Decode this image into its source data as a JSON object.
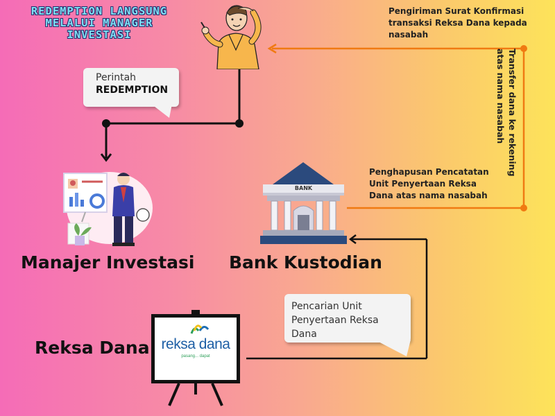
{
  "title": {
    "line1": "REDEMPTION LANGSUNG",
    "line2": "MELALUI MANAGER",
    "line3": "INVESTASI"
  },
  "notes": {
    "confirmation": "Pengiriman Surat Konfirmasi transaksi Reksa Dana kepada nasabah",
    "transfer": "Transfer dana ke rekening atas nama nasabah",
    "deletion": "Penghapusan Pencatatan Unit Penyertaan Reksa Dana atas nama nasabah"
  },
  "bubbles": {
    "order_line1": "Perintah",
    "order_line2": "REDEMPTION",
    "disbursement": "Pencarian Unit Penyertaan Reksa Dana"
  },
  "labels": {
    "manager": "Manajer Investasi",
    "custodian": "Bank Kustodian",
    "fund": "Reksa Dana"
  },
  "bank_sign": "BANK",
  "logo": {
    "name": "reksa dana",
    "tagline": "pasang... dapat"
  },
  "colors": {
    "orange_line": "#f07a12",
    "black_line": "#111111"
  }
}
